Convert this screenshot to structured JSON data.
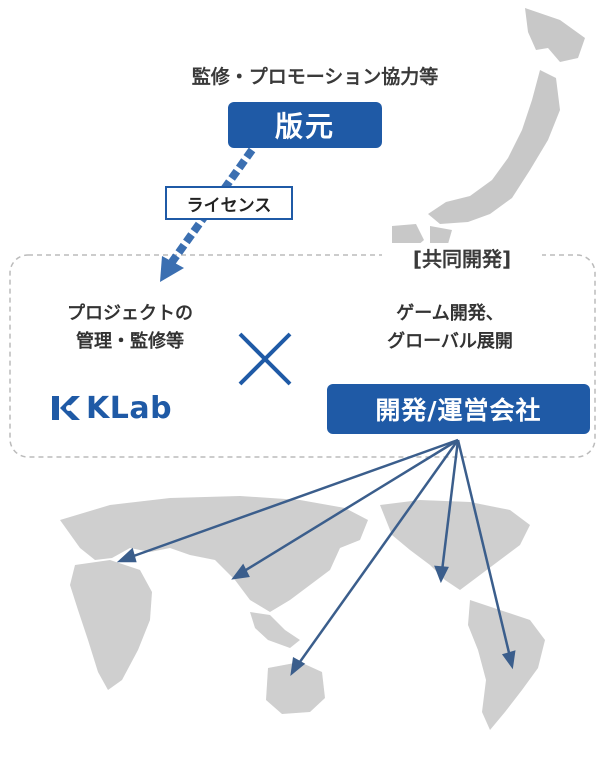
{
  "top_caption": "監修・プロモーション協力等",
  "publisher_label": "版元",
  "license_label": "ライセンス",
  "joint_label": "[共同開発]",
  "klab_role_line1": "プロジェクトの",
  "klab_role_line2": "管理・監修等",
  "partner_role_line1": "ゲーム開発、",
  "partner_role_line2": "グローバル展開",
  "klab_logo_text": "KLab",
  "dev_company_label": "開発/運営会社",
  "colors": {
    "accent": "#1f5aa6",
    "map": "#c8c8c8",
    "border": "#bbbbbb",
    "arrow": "#3b5e8c"
  }
}
